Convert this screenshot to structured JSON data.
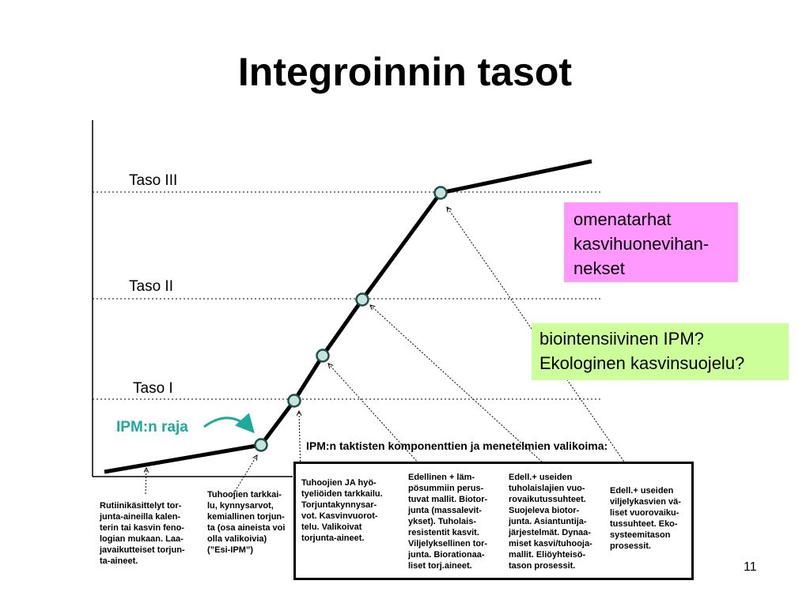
{
  "title": "Integroinnin tasot",
  "levels": {
    "taso3": "Taso III",
    "taso2": "Taso II",
    "taso1": "Taso I"
  },
  "ipm_raja": "IPM:n raja",
  "callouts": {
    "pink": [
      "omenatarhat",
      "kasvihuonevihan-",
      "nekset"
    ],
    "green": [
      "biointensiivinen IPM?",
      "Ekologinen kasvinsuojelu?"
    ]
  },
  "table_heading": "IPM:n taktisten komponenttien ja menetelmien valikoima:",
  "columns": [
    [
      "Tuhoojien JA hyö-",
      "tyeliöiden tarkkailu.",
      "Torjuntakynnysar-",
      "vot. Kasvinvuorot-",
      "telu. Valikoivat",
      "torjunta-aineet."
    ],
    [
      "Edellinen + läm-",
      "pösummiin perus-",
      "tuvat mallit. Biotor-",
      "junta (massalevit-",
      "ykset). Tuholais-",
      "resistentit kasvit.",
      "Viljelyksellinen tor-",
      "junta. Biorationaa-",
      "liset torj.aineet."
    ],
    [
      "Edell.+ useiden",
      "tuholaislajien vuo-",
      "rovaikutussuhteet.",
      "Suojeleva biotor-",
      "junta. Asiantuntija-",
      "järjestelmät. Dynaa-",
      "miset kasvi/tuhooja-",
      "mallit. Eliöyhteisö-",
      "tason prosessit."
    ],
    [
      "Edell.+ useiden",
      "viljelykasvien vä-",
      "liset vuorovaiku-",
      "tussuhteet. Eko-",
      "systeemitason",
      "prosessit."
    ]
  ],
  "bottom_left": [
    "Rutiinikäsittelyt tor-",
    "junta-aineilla kalen-",
    "terin tai kasvin feno-",
    "logian mukaan. Laa-",
    "javaikutteiset torjun-",
    "ta-aineet."
  ],
  "bottom_mid": [
    "Tuhoojien tarkkai-",
    "lu, kynnysarvot,",
    "kemiallinen torjun-",
    "ta (osa aineista voi",
    "olla valikoivia)",
    "(”Esi-IPM”)"
  ],
  "page_number": "11",
  "colors": {
    "teal": "#1fa89c",
    "node_fill": "#c6e3de",
    "pink": "#ff99ff",
    "green": "#ccff99"
  }
}
